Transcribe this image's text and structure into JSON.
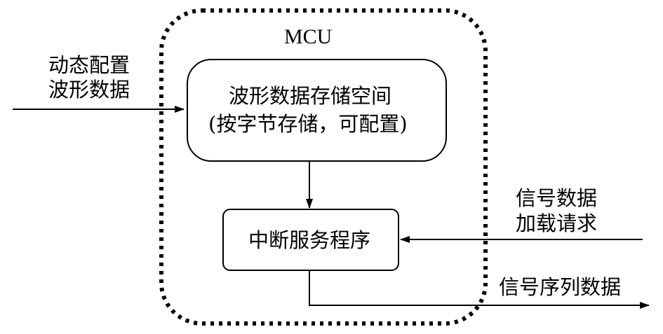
{
  "mcu": {
    "label": "MCU"
  },
  "input_left": {
    "line1": "动态配置",
    "line2": "波形数据"
  },
  "storage_box": {
    "line1": "波形数据存储空间",
    "line2": "(按字节存储，可配置)"
  },
  "isr_box": {
    "label": "中断服务程序"
  },
  "input_right": {
    "line1": "信号数据",
    "line2": "加载请求"
  },
  "output": {
    "label": "信号序列数据"
  }
}
